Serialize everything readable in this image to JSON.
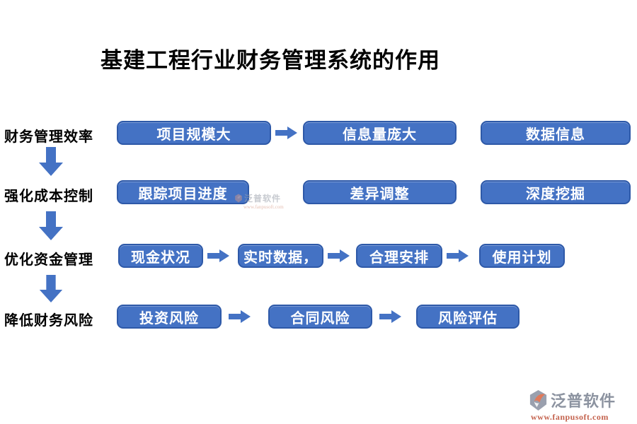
{
  "title": "基建工程行业财务管理系统的作用",
  "rows": [
    {
      "label": "财务管理效率",
      "boxes": [
        "项目规模大",
        "信息量庞大",
        "数据信息"
      ]
    },
    {
      "label": "强化成本控制",
      "boxes": [
        "跟踪项目进度",
        "差异调整",
        "深度挖掘"
      ]
    },
    {
      "label": "优化资金管理",
      "boxes": [
        "现金状况",
        "实时数据，",
        "合理安排",
        "使用计划"
      ]
    },
    {
      "label": "降低财务风险",
      "boxes": [
        "投资风险",
        "合同风险",
        "风险评估"
      ]
    }
  ],
  "colors": {
    "box_fill": "#4472C4",
    "box_border": "#2E59A8",
    "arrow": "#4472C4",
    "footer_brand": "#8C93A0",
    "footer_url": "#C4634E"
  },
  "watermark": {
    "brand": "泛普软件",
    "url": "www.fanpusoft.com"
  },
  "footer": {
    "brand": "泛普软件",
    "url": "www.fanpusoft.com"
  }
}
